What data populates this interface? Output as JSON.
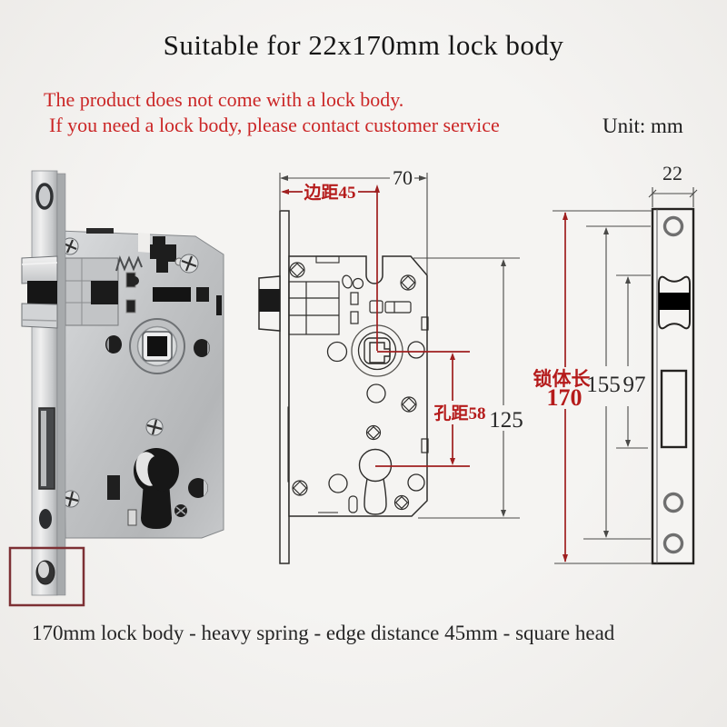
{
  "page": {
    "background": "#f2f1ef"
  },
  "header": {
    "title": "Suitable for 22x170mm lock body"
  },
  "notice": {
    "line1": "The product does not come with a lock body.",
    "line2": "If you need a lock body, please contact customer service",
    "color": "#cb2626"
  },
  "unit_label": "Unit: mm",
  "footer": {
    "caption": "170mm lock body - heavy spring - edge distance 45mm - square head"
  },
  "diagram": {
    "front_view": {
      "top_width": "70",
      "edge_distance": "边距45",
      "hole_distance": "孔距58",
      "body_height": "125"
    },
    "side_view": {
      "plate_width": "22",
      "length_label": "锁体长",
      "length_value": "170",
      "screw_span": "155",
      "bolt_span": "97"
    },
    "colors": {
      "line": "#2e2d2b",
      "dimension_red": "#9f1f1f",
      "label_red": "#b51b1b",
      "highlight_box": "#7d3034"
    }
  }
}
